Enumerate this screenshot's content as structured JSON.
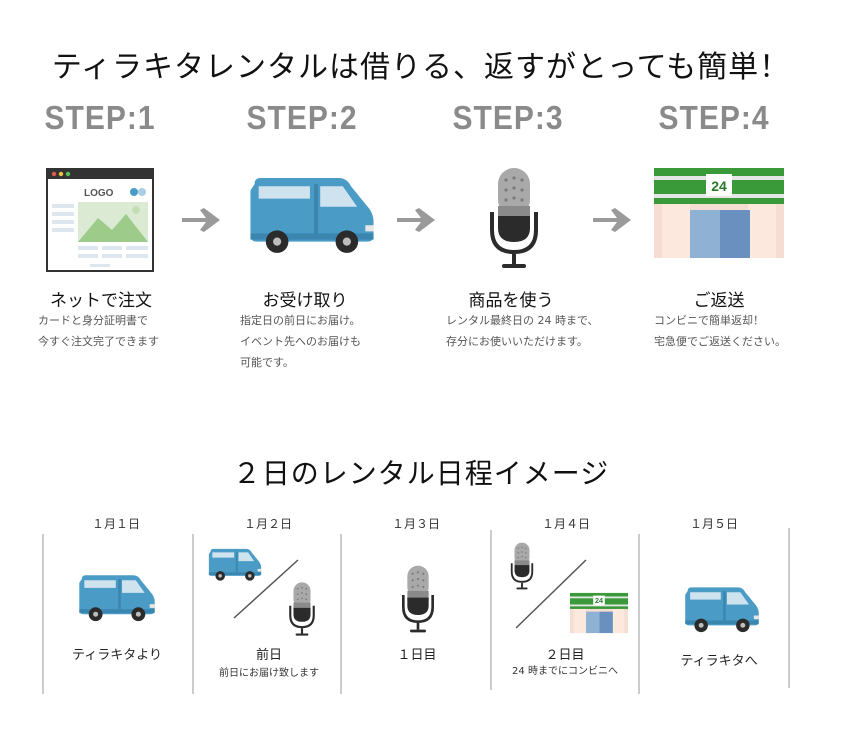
{
  "title": "ティラキタレンタルは借りる、返すがとっても簡単！",
  "logo_text": "LOGO",
  "store_sign": "24",
  "steps": [
    {
      "label": "STEP:1",
      "name": "ネットで注文",
      "desc": [
        "カードと身分証明書で",
        "今すぐ注文完了できます"
      ]
    },
    {
      "label": "STEP:2",
      "name": "お受け取り",
      "desc": [
        "指定日の前日にお届け。",
        "イベント先へのお届けも",
        "可能です。"
      ]
    },
    {
      "label": "STEP:3",
      "name": "商品を使う",
      "desc": [
        "レンタル最終日の 24 時まで、",
        "存分にお使いいただけます。"
      ]
    },
    {
      "label": "STEP:4",
      "name": "ご返送",
      "desc": [
        "コンビニで簡単返却！",
        "宅急便でご返送ください。"
      ]
    }
  ],
  "schedule_title": "２日のレンタル日程イメージ",
  "days": [
    {
      "date": "１月１日",
      "main": "ティラキタより",
      "sub": ""
    },
    {
      "date": "１月２日",
      "main": "前日",
      "sub": "前日にお届け致します"
    },
    {
      "date": "１月３日",
      "main": "１日目",
      "sub": ""
    },
    {
      "date": "１月４日",
      "main": "２日目",
      "sub": "24 時までにコンビニへ"
    },
    {
      "date": "１月５日",
      "main": "ティラキタへ",
      "sub": ""
    }
  ],
  "colors": {
    "van": "#4a9cc7",
    "store_green": "#3a9a3a",
    "mic": "#2b2b2b",
    "step_gray": "#8a8a8a"
  }
}
